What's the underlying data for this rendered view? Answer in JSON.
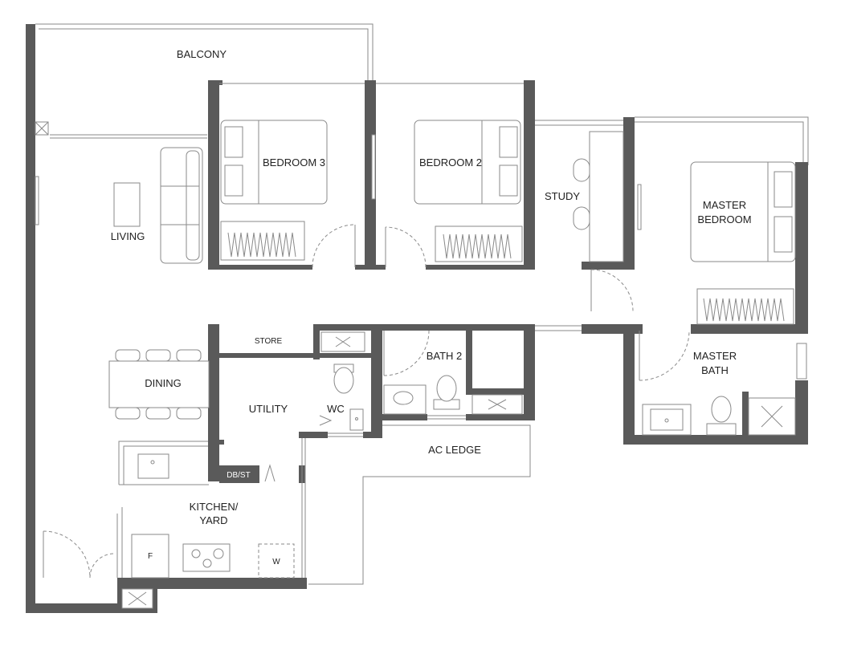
{
  "rooms": {
    "balcony": "BALCONY",
    "bedroom3": "BEDROOM 3",
    "bedroom2": "BEDROOM 2",
    "study": "STUDY",
    "master_bedroom_line1": "MASTER",
    "master_bedroom_line2": "BEDROOM",
    "living": "LIVING",
    "store": "STORE",
    "bath2": "BATH 2",
    "master_bath_line1": "MASTER",
    "master_bath_line2": "BATH",
    "dining": "DINING",
    "utility": "UTILITY",
    "wc": "WC",
    "ac_ledge": "AC LEDGE",
    "dbst": "DB/ST",
    "kitchen_line1": "KITCHEN/",
    "kitchen_line2": "YARD"
  },
  "fixtures": {
    "fridge": "F",
    "washer": "W"
  }
}
